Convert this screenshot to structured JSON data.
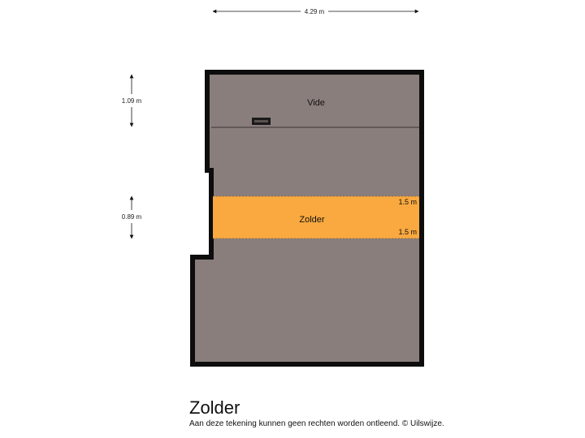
{
  "plan": {
    "dimensions": {
      "width": "4.29 m",
      "height_vide": "1.09 m",
      "height_zolder": "0.89 m"
    },
    "rooms": {
      "vide": "Vide",
      "zolder": "Zolder"
    },
    "height_lines": {
      "top": "1.5 m",
      "bottom": "1.5 m"
    },
    "colors": {
      "floor": "#8a7e7d",
      "wall": "#0d0d0d",
      "highlight": "#f9a93f"
    }
  },
  "footer": {
    "title": "Zolder",
    "disclaimer": "Aan deze tekening kunnen geen rechten worden ontleend. © Uilswijze."
  }
}
